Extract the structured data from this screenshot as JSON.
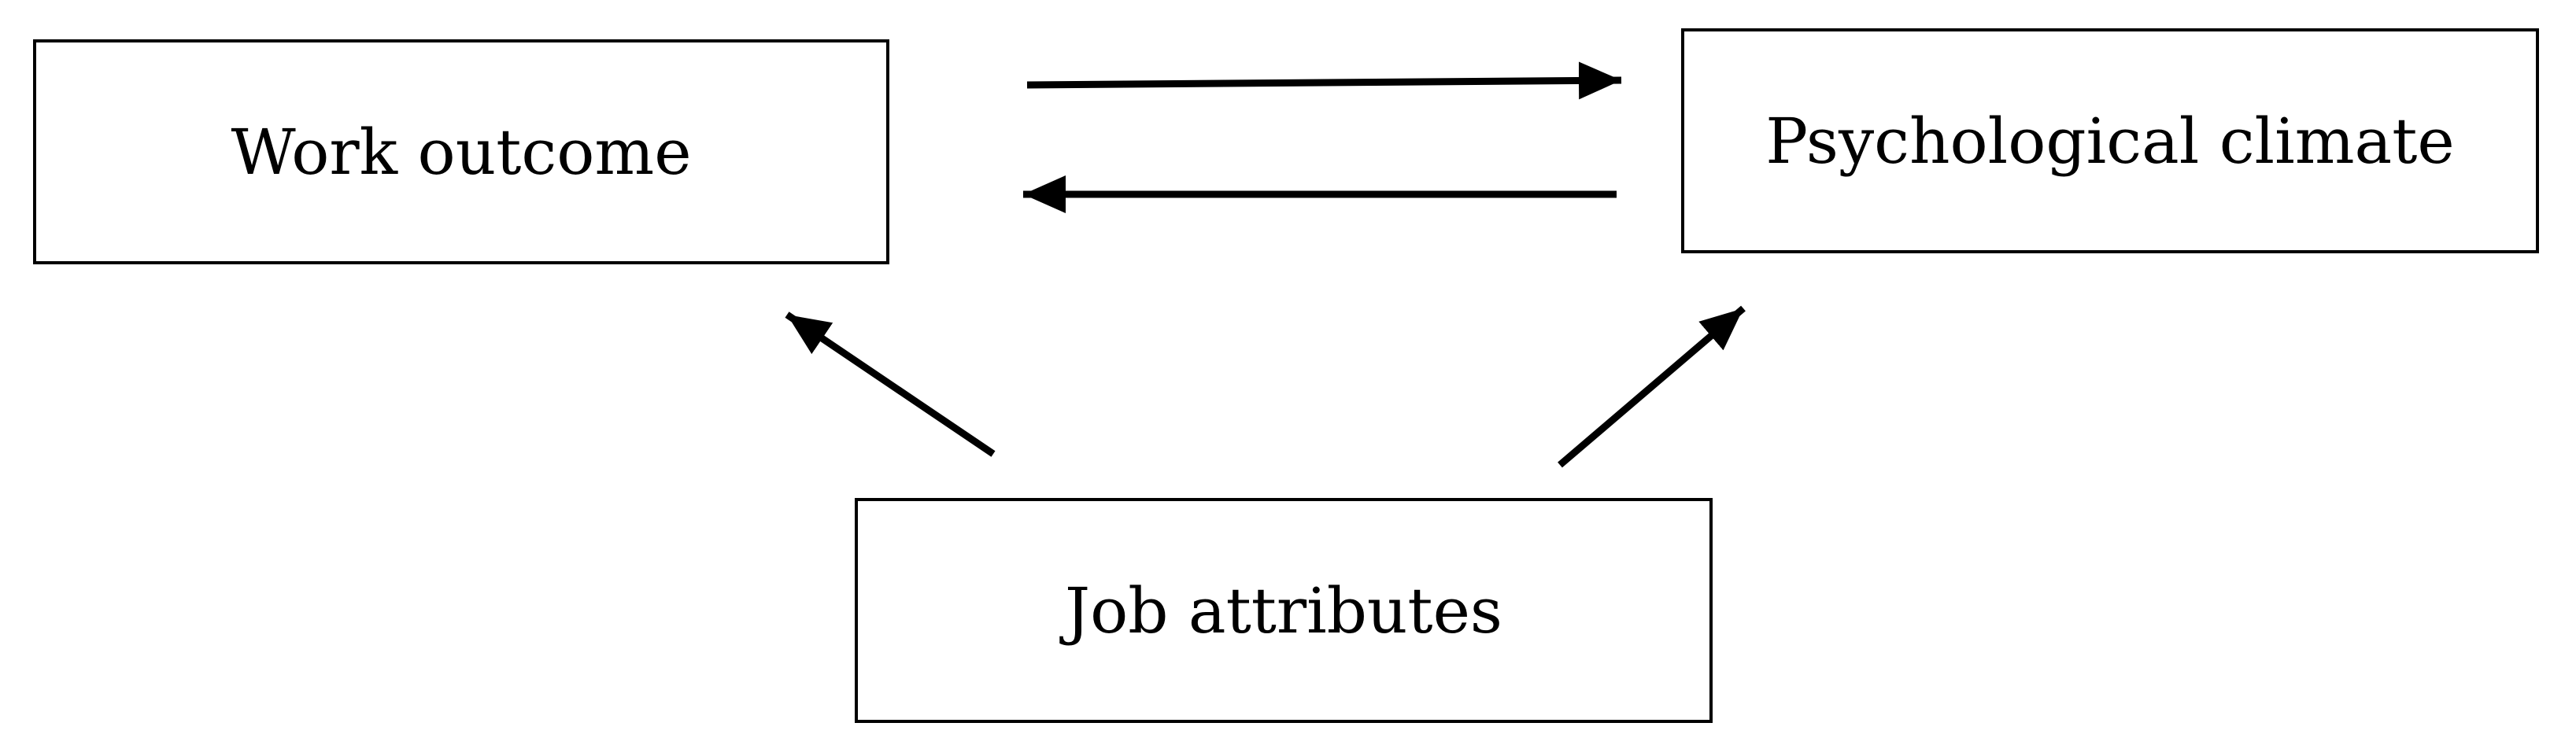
{
  "diagram": {
    "nodes": {
      "work_outcome": {
        "label": "Work outcome"
      },
      "psychological_climate": {
        "label": "Psychological climate"
      },
      "job_attributes": {
        "label": "Job attributes"
      }
    },
    "edges": [
      {
        "from": "work_outcome",
        "to": "psychological_climate"
      },
      {
        "from": "psychological_climate",
        "to": "work_outcome"
      },
      {
        "from": "job_attributes",
        "to": "work_outcome"
      },
      {
        "from": "job_attributes",
        "to": "psychological_climate"
      }
    ],
    "colors": {
      "stroke": "#000000",
      "background": "#ffffff"
    }
  }
}
